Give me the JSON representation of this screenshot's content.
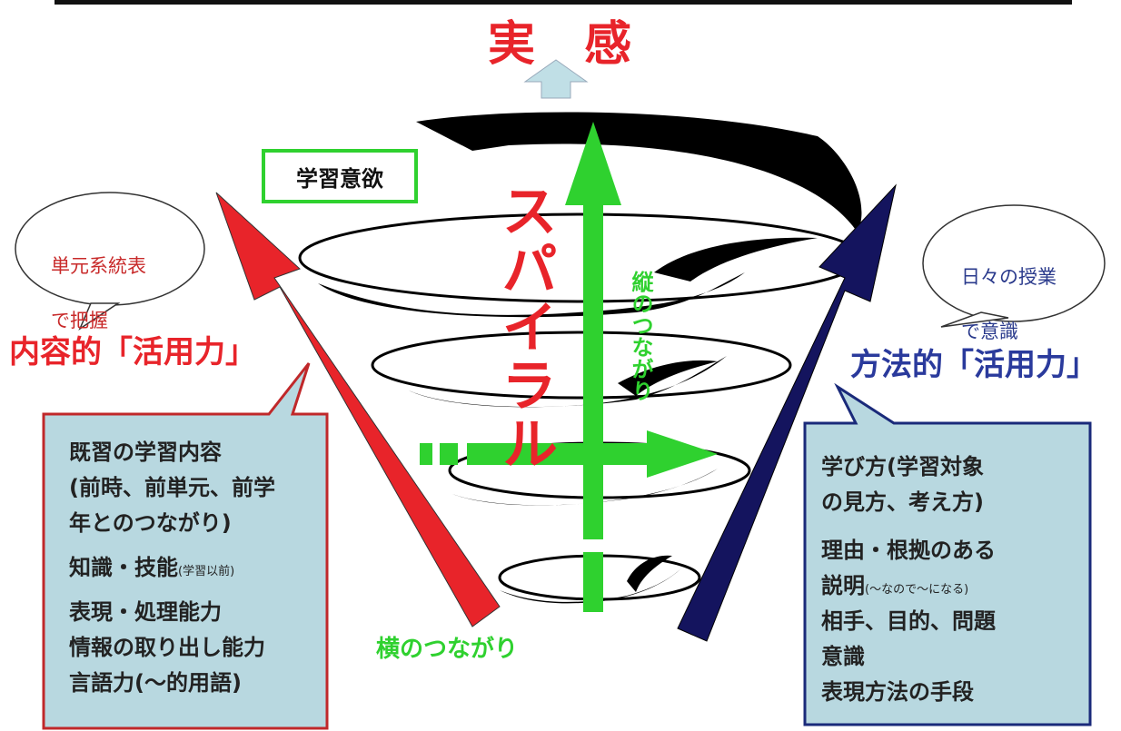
{
  "title": "実 感",
  "motivation": "学習意欲",
  "spiral": "スパイラル",
  "vertical_connection": "縦のつながり",
  "horizontal_connection": "横のつながり",
  "content_ability": "内容的「活用力」",
  "method_ability": "方法的「活用力」",
  "bubble_left": [
    "単元系統表",
    "で把握"
  ],
  "bubble_right": [
    "日々の授業",
    "で意識"
  ],
  "left_box": {
    "line1": "既習の学習内容",
    "line2": "(前時、前単元、前学",
    "line3": "年とのつながり)",
    "line4_main": "知識・技能",
    "line4_small": "(学習以前)",
    "line5": "表現・処理能力",
    "line6": "情報の取り出し能力",
    "line7": "言語力(～的用語)"
  },
  "right_box": {
    "line1": "学び方(学習対象",
    "line2": "の見方、考え方)",
    "line3": "理由・根拠のある",
    "line4_main": "説明",
    "line4_small": "(～なので～になる)",
    "line5": "相手、目的、問題",
    "line6": "意識",
    "line7": "表現方法の手段"
  },
  "colors": {
    "red": "#e8242a",
    "green": "#2fd12f",
    "navy": "#14145e",
    "box_fill": "#b8d8e0",
    "arrow_up": "#c0dfe6"
  }
}
